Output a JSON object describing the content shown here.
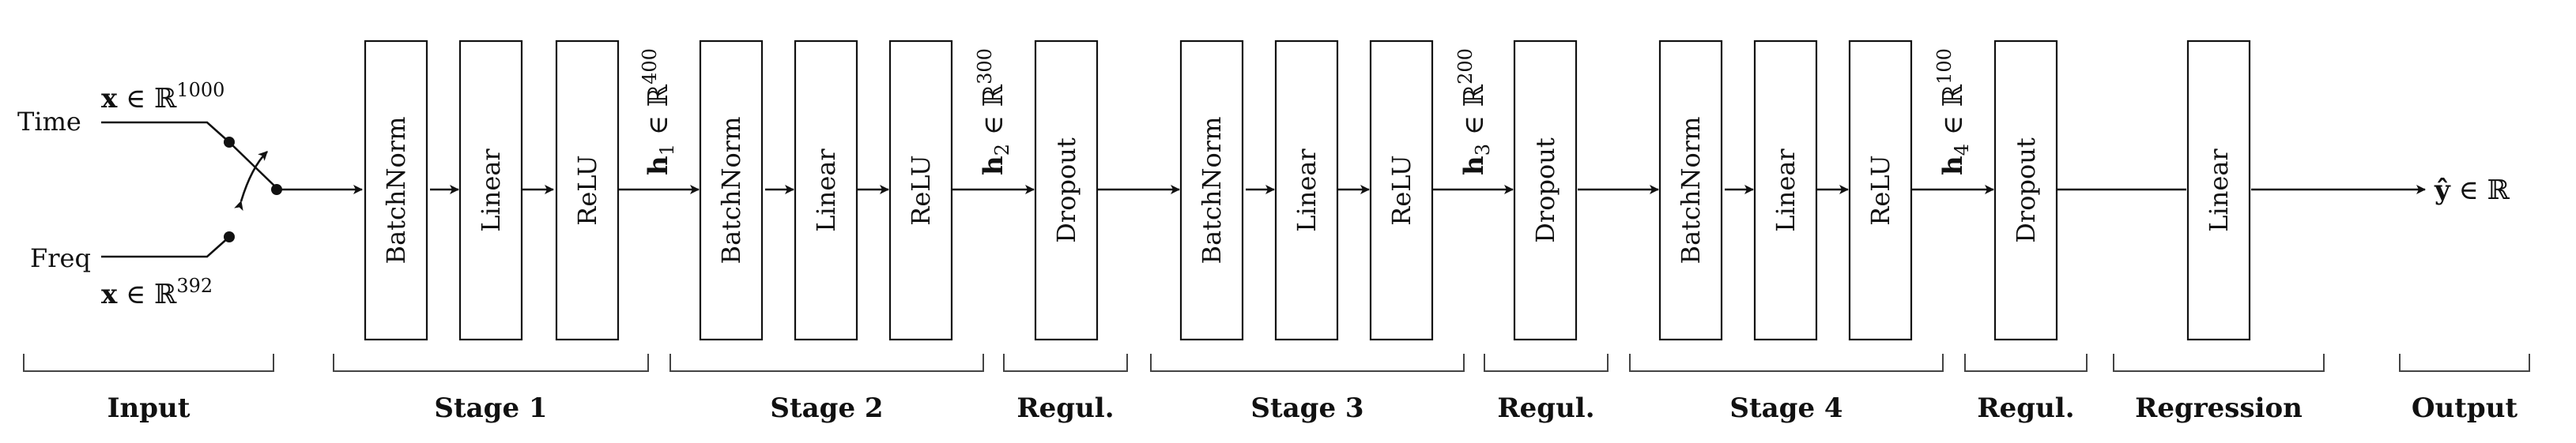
{
  "inputs": {
    "time_label": "Time",
    "freq_label": "Freq",
    "time_dim": {
      "var": "x",
      "in": " ∈ ",
      "set": "ℝ",
      "exp": "1000"
    },
    "freq_dim": {
      "var": "x",
      "in": " ∈ ",
      "set": "ℝ",
      "exp": "392"
    }
  },
  "blocks": [
    {
      "label": "BatchNorm"
    },
    {
      "label": "Linear"
    },
    {
      "label": "ReLU"
    },
    {
      "label": "BatchNorm"
    },
    {
      "label": "Linear"
    },
    {
      "label": "ReLU"
    },
    {
      "label": "Dropout"
    },
    {
      "label": "BatchNorm"
    },
    {
      "label": "Linear"
    },
    {
      "label": "ReLU"
    },
    {
      "label": "Dropout"
    },
    {
      "label": "BatchNorm"
    },
    {
      "label": "Linear"
    },
    {
      "label": "ReLU"
    },
    {
      "label": "Dropout"
    },
    {
      "label": "Linear"
    }
  ],
  "hidden": [
    {
      "var": "h",
      "sub": "1",
      "in": " ∈ ",
      "set": "ℝ",
      "exp": "400"
    },
    {
      "var": "h",
      "sub": "2",
      "in": " ∈ ",
      "set": "ℝ",
      "exp": "300"
    },
    {
      "var": "h",
      "sub": "3",
      "in": " ∈ ",
      "set": "ℝ",
      "exp": "200"
    },
    {
      "var": "h",
      "sub": "4",
      "in": " ∈ ",
      "set": "ℝ",
      "exp": "100"
    }
  ],
  "output": {
    "var": "ŷ",
    "in": " ∈ ",
    "set": "ℝ"
  },
  "groups": [
    {
      "label": "Input"
    },
    {
      "label": "Stage 1"
    },
    {
      "label": "Stage 2"
    },
    {
      "label": "Regul."
    },
    {
      "label": "Stage 3"
    },
    {
      "label": "Regul."
    },
    {
      "label": "Stage 4"
    },
    {
      "label": "Regul."
    },
    {
      "label": "Regression"
    },
    {
      "label": "Output"
    }
  ]
}
